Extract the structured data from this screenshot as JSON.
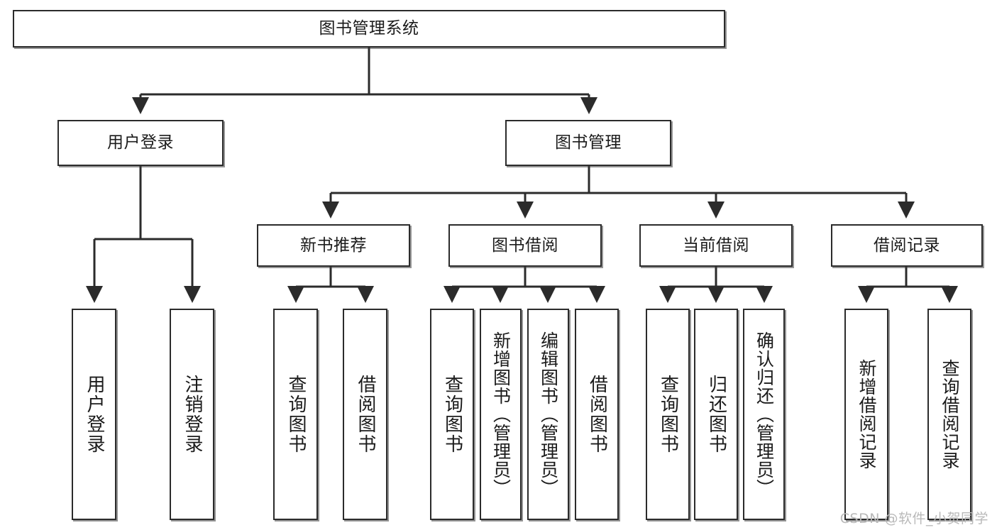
{
  "title": "图书管理系统",
  "watermark": "CSDN @软件_小贺同学",
  "colors": {
    "stroke": "#2b2b2b",
    "fill": "#ffffff",
    "text": "#1b1b1b",
    "watermark": "#b9b9b9"
  },
  "nodes": {
    "root": {
      "label": "图书管理系统"
    },
    "level2": [
      {
        "label": "用户登录"
      },
      {
        "label": "图书管理"
      }
    ],
    "level3": [
      {
        "label": "新书推荐"
      },
      {
        "label": "图书借阅"
      },
      {
        "label": "当前借阅"
      },
      {
        "label": "借阅记录"
      }
    ],
    "leaves": {
      "user_login": [
        {
          "label": "用户登录"
        },
        {
          "label": "注销登录"
        }
      ],
      "new_book": [
        {
          "label": "查询图书"
        },
        {
          "label": "借阅图书"
        }
      ],
      "book_borrow": [
        {
          "label": "查询图书"
        },
        {
          "label": "新增图书（管理员）"
        },
        {
          "label": "编辑图书（管理员）"
        },
        {
          "label": "借阅图书"
        }
      ],
      "current_borrow": [
        {
          "label": "查询图书"
        },
        {
          "label": "归还图书"
        },
        {
          "label": "确认归还（管理员）"
        }
      ],
      "borrow_record": [
        {
          "label": "新增借阅记录"
        },
        {
          "label": "查询借阅记录"
        }
      ]
    }
  },
  "chart_data": {
    "type": "table",
    "title": "图书管理系统 功能结构图",
    "hierarchy": [
      {
        "label": "图书管理系统",
        "children": [
          {
            "label": "用户登录",
            "children": [
              {
                "label": "用户登录"
              },
              {
                "label": "注销登录"
              }
            ]
          },
          {
            "label": "图书管理",
            "children": [
              {
                "label": "新书推荐",
                "children": [
                  {
                    "label": "查询图书"
                  },
                  {
                    "label": "借阅图书"
                  }
                ]
              },
              {
                "label": "图书借阅",
                "children": [
                  {
                    "label": "查询图书"
                  },
                  {
                    "label": "新增图书（管理员）"
                  },
                  {
                    "label": "编辑图书（管理员）"
                  },
                  {
                    "label": "借阅图书"
                  }
                ]
              },
              {
                "label": "当前借阅",
                "children": [
                  {
                    "label": "查询图书"
                  },
                  {
                    "label": "归还图书"
                  },
                  {
                    "label": "确认归还（管理员）"
                  }
                ]
              },
              {
                "label": "借阅记录",
                "children": [
                  {
                    "label": "新增借阅记录"
                  },
                  {
                    "label": "查询借阅记录"
                  }
                ]
              }
            ]
          }
        ]
      }
    ]
  }
}
